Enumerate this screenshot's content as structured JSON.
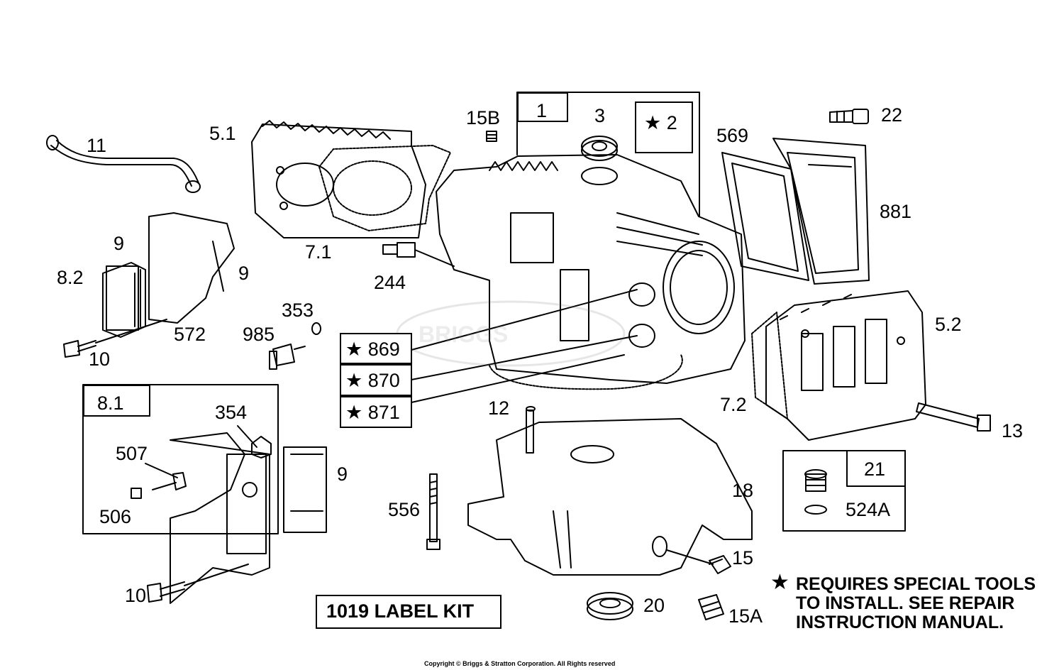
{
  "diagram": {
    "labels": {
      "l1": "1",
      "l3": "3",
      "l15b": "15B",
      "l22": "22",
      "l569": "569",
      "l881": "881",
      "l11": "11",
      "l5_1": "5.1",
      "l7_1": "7.1",
      "l244": "244",
      "l9a": "9",
      "l9b": "9",
      "l8_2": "8.2",
      "l10a": "10",
      "l572": "572",
      "l353": "353",
      "l985": "985",
      "l5_2": "5.2",
      "l7_2": "7.2",
      "l13": "13",
      "l12": "12",
      "l8_1": "8.1",
      "l354": "354",
      "l507": "507",
      "l506": "506",
      "l9c": "9",
      "l556": "556",
      "l18": "18",
      "l15": "15",
      "l20": "20",
      "l15a": "15A",
      "l10b": "10",
      "l21": "21",
      "l524a": "524A"
    },
    "starred_parts": {
      "s2": "2",
      "s869": "869",
      "s870": "870",
      "s871": "871"
    },
    "star_symbol": "★",
    "label_kit": "1019 LABEL KIT",
    "note": {
      "line1": "REQUIRES SPECIAL TOOLS",
      "line2": "TO INSTALL.  SEE REPAIR",
      "line3": "INSTRUCTION MANUAL."
    },
    "watermark": "BRIGGS",
    "copyright": "Copyright © Briggs & Stratton Corporation. All Rights reserved"
  }
}
